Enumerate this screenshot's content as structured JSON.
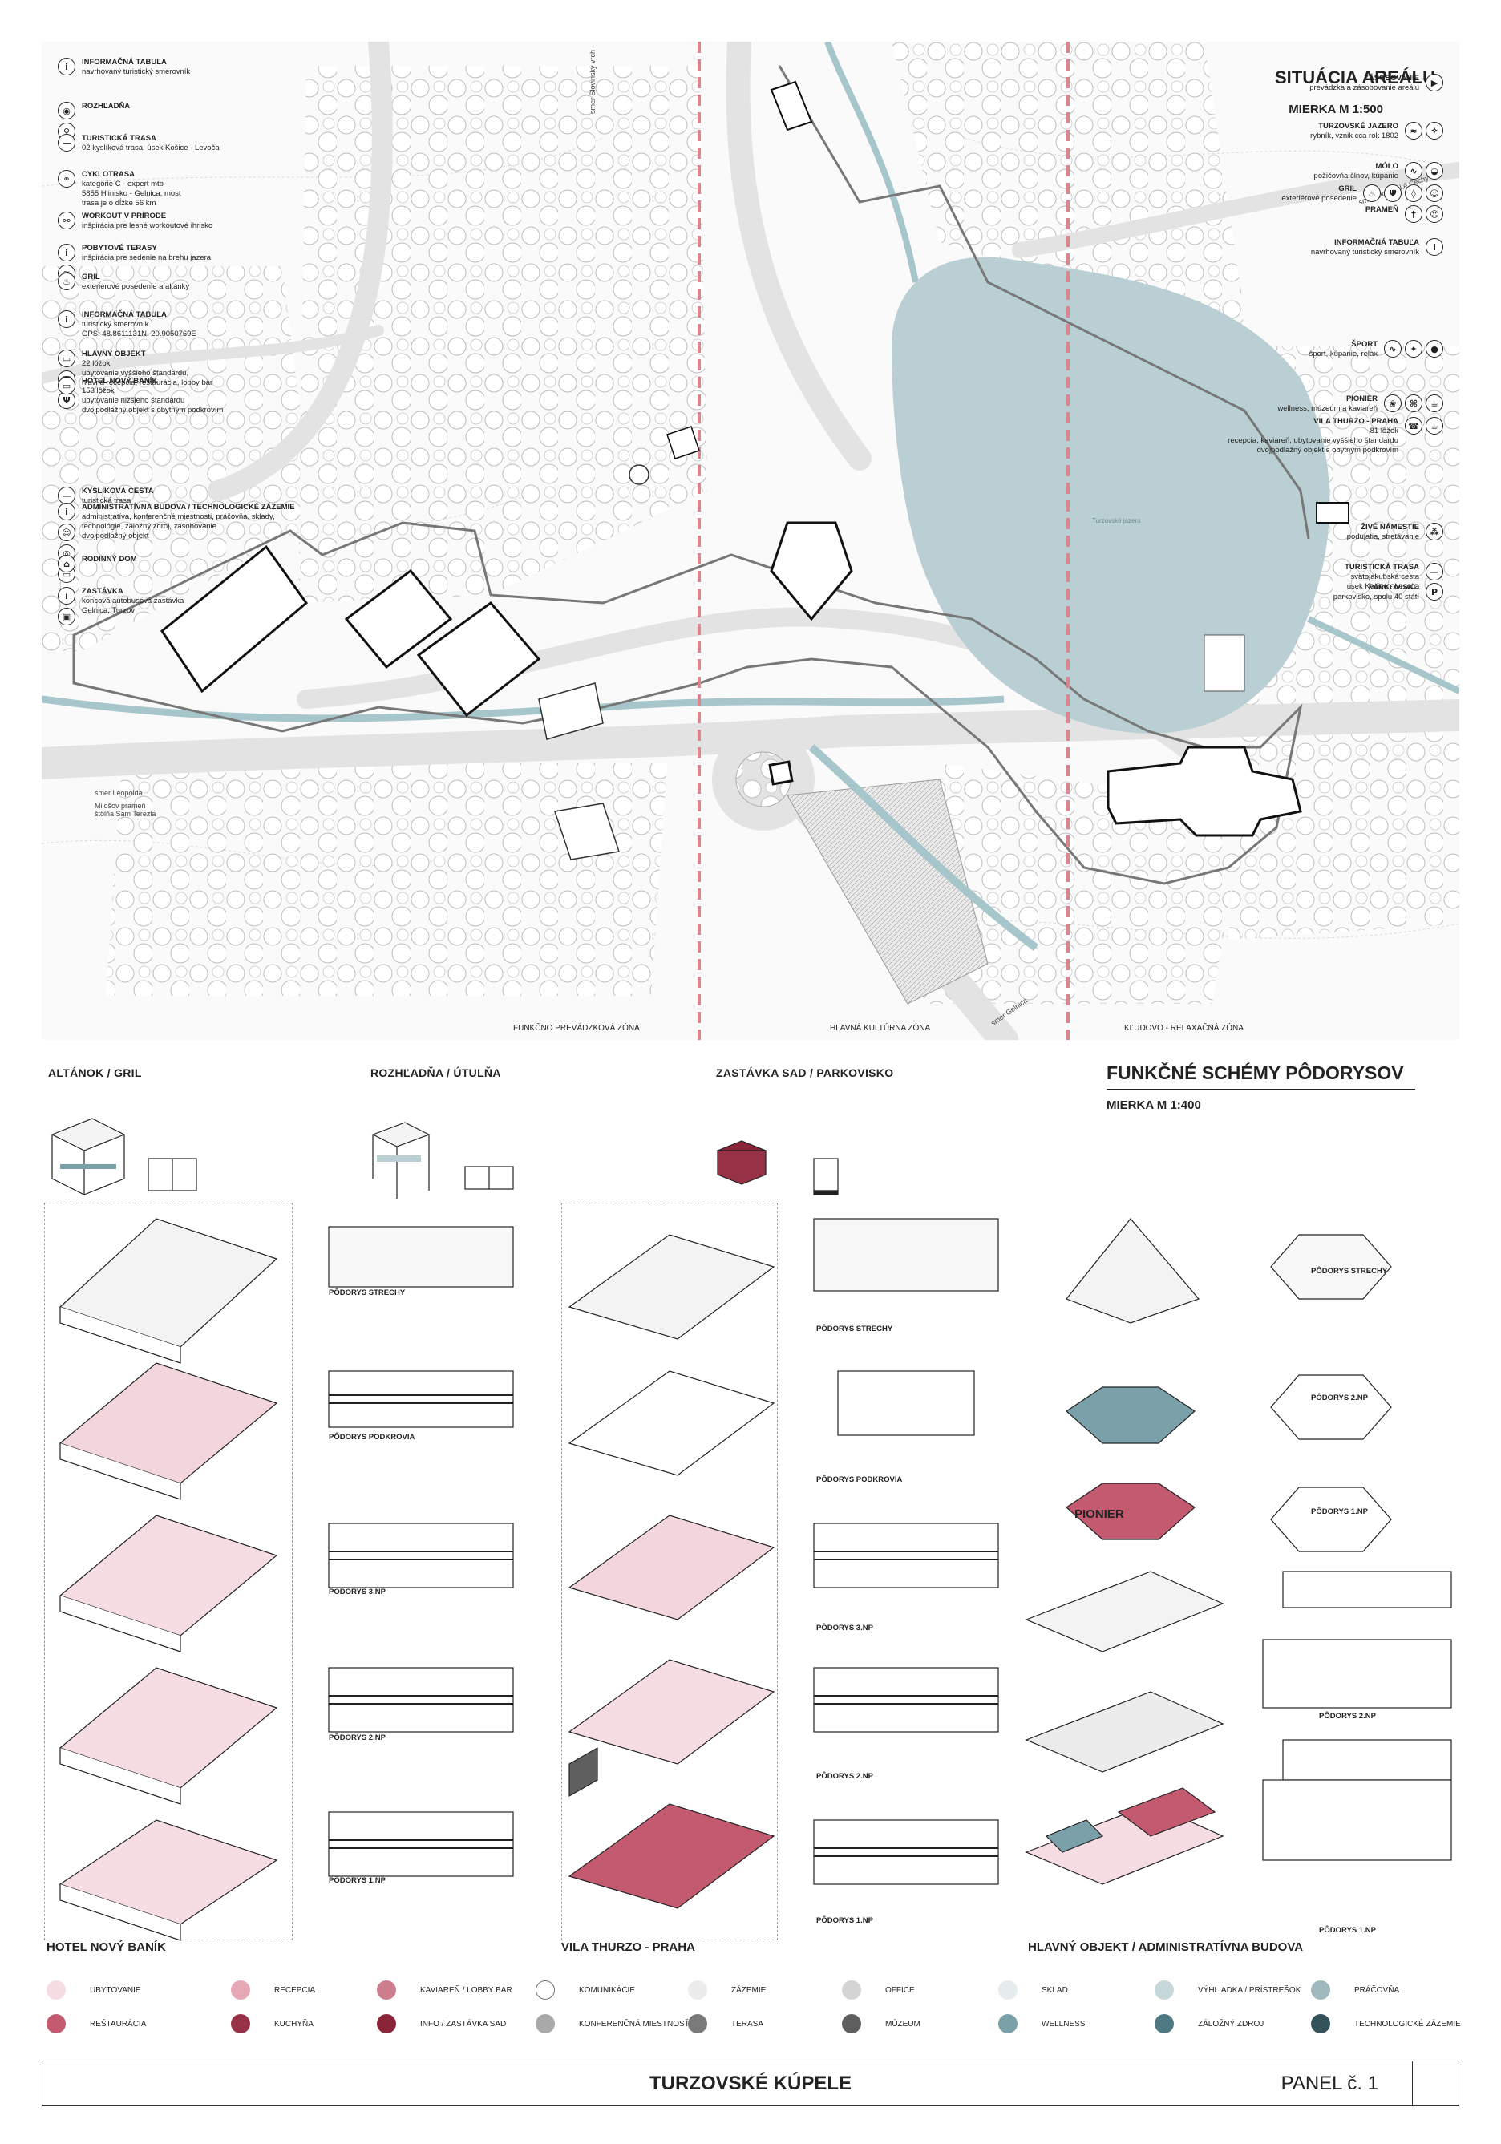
{
  "site": {
    "title": "SITUÁCIA AREÁLU",
    "scale": "MIERKA M 1:500",
    "left_legend": [
      {
        "title": "INFORMAČNÁ TABUĽA",
        "desc": "navrhovaný turistický smerovník",
        "icons": [
          "info-icon"
        ]
      },
      {
        "title": "ROZHĽADŇA",
        "desc": "",
        "icons": [
          "eye-icon",
          "hiker-icon"
        ]
      },
      {
        "title": "TURISTICKÁ TRASA",
        "desc": "02 kyslíková trasa, úsek Košice - Levoča",
        "icons": [
          "trail-icon"
        ]
      },
      {
        "title": "CYKLOTRASA",
        "desc": "kategórie C - expert mtb\n5855 Hlinisko - Gelnica, most\ntrasa je o dĺžke 56 km",
        "icons": [
          "bicycle-icon"
        ]
      },
      {
        "title": "WORKOUT V PRÍRODE",
        "desc": "inšpirácia pre lesné workoutové ihrisko",
        "icons": [
          "dumbbell-icon"
        ]
      },
      {
        "title": "POBYTOVÉ TERASY",
        "desc": "inšpirácia pre sedenie na brehu jazera",
        "icons": [
          "info-icon",
          "terrace-icon"
        ]
      },
      {
        "title": "GRIL",
        "desc": "exteriérové posedenie a altánky",
        "icons": [
          "grill-icon"
        ]
      },
      {
        "title": "INFORMAČNÁ TABUĽA",
        "desc": "turistický smerovník\nGPS: 48.8611131N, 20.9050769E",
        "icons": [
          "info-icon"
        ]
      },
      {
        "title": "HLAVNÝ OBJEKT",
        "desc": "22 lôžok\nubytovanie vyššieho štandardu,\nhlavná recepcia, reštaurácia, lobby bar",
        "icons": [
          "bed-icon",
          "reception-icon",
          "dining-icon"
        ]
      },
      {
        "title": "HOTEL NOVÝ BANÍK",
        "desc": "153 lôžok\nubytovanie nižšieho štandardu\ndvojpodlažný objekt s obytným podkrovím",
        "icons": [
          "bed-icon"
        ]
      },
      {
        "title": "KYSLÍKOVÁ CESTA",
        "desc": "turistická trasa",
        "icons": [
          "trail-icon"
        ]
      },
      {
        "title": "ADMINISTRATÍVNA BUDOVA / TECHNOLOGICKÉ ZÁZEMIE",
        "desc": "administratíva, konferenčné miestnosti, práčovňa, sklady,\ntechnológie, záložný zdroj, zásobovanie\ndvojpodlažný objekt",
        "icons": [
          "info-icon",
          "people-icon",
          "laundry-icon",
          "bed-icon"
        ]
      },
      {
        "title": "RODINNÝ DOM",
        "desc": "",
        "icons": [
          "house-icon"
        ]
      },
      {
        "title": "ZASTÁVKA",
        "desc": "koncová autobusová zastávka\nGelnica, Turzov",
        "icons": [
          "info-icon",
          "bus-icon"
        ]
      }
    ],
    "right_legend": [
      {
        "title": "ZÁSOBOVANIE",
        "desc": "prevádzka a zásobovanie areálu",
        "icons": [
          "truck-icon"
        ]
      },
      {
        "title": "TURZOVSKÉ JAZERO",
        "desc": "rybník, vznik cca rok 1802",
        "icons": [
          "wave-icon",
          "fish-icon"
        ]
      },
      {
        "title": "MÓLO",
        "desc": "požičovňa člnov, kúpanie",
        "icons": [
          "swim-icon",
          "boat-icon"
        ]
      },
      {
        "title": "GRIL",
        "desc": "exteriérové posedenie",
        "icons": [
          "grill-icon",
          "dining-icon",
          "drink-icon",
          "people-icon"
        ]
      },
      {
        "title": "PRAMEŇ",
        "desc": "",
        "icons": [
          "spring-icon",
          "people-icon"
        ]
      },
      {
        "title": "INFORMAČNÁ TABUĽA",
        "desc": "navrhovaný turistický smerovník",
        "icons": [
          "info-icon"
        ]
      },
      {
        "title": "ŠPORT",
        "desc": "šport, kúpanie, relax",
        "icons": [
          "swim-icon",
          "sport-icon",
          "pin-icon"
        ]
      },
      {
        "title": "PIONIER",
        "desc": "wellness, múzeum a kaviareň",
        "icons": [
          "spa-icon",
          "museum-icon",
          "coffee-icon"
        ]
      },
      {
        "title": "VILA THURZO - PRAHA",
        "desc": "81 lôžok\nrecepcia, kaviareň, ubytovanie vyššieho štandardu\ndvojpodlažný objekt s obytným podkrovím",
        "icons": [
          "reception-icon",
          "coffee-icon"
        ]
      },
      {
        "title": "ŽIVÉ NÁMESTIE",
        "desc": "podujatia, stretávanie",
        "icons": [
          "crowd-icon"
        ]
      },
      {
        "title": "TURISTICKÁ TRASA",
        "desc": "svätojakubská cesta\núsek Košice - Levoča",
        "icons": [
          "trail-icon"
        ]
      },
      {
        "title": "PARKOVISKO",
        "desc": "parkovisko, spolu 40 státí",
        "icons": [
          "parking-icon"
        ]
      }
    ],
    "road_labels": [
      "smer Slovinský vrch",
      "smer Slovenské Čechy",
      "smer Leopolda",
      "Milošov prameň\nštôlňa Sam Terezia",
      "smer Gelnica"
    ],
    "lake_label": "Turzovské jazero",
    "zones": [
      "FUNKČNO PREVÁDZKOVÁ ZÓNA",
      "HLAVNÁ KULTÚRNA ZÓNA",
      "KĽUDOVO - RELAXAČNÁ ZÓNA"
    ]
  },
  "schemes": {
    "title": "FUNKČNÉ SCHÉMY PÔDORYSOV",
    "scale": "MIERKA M 1:400",
    "small_objects": [
      "ALTÁNOK / GRIL",
      "ROZHĽADŇA / ÚTULŇA",
      "ZASTÁVKA SAD / PARKOVISKO"
    ],
    "hotel": {
      "name": "HOTEL NOVÝ BANÍK",
      "plans": [
        "PÔDORYS STRECHY",
        "PÔDORYS PODKROVIA",
        "PÔDORYS 3.NP",
        "PÔDORYS 2.NP",
        "PÔDORYS 1.NP"
      ]
    },
    "vila": {
      "name": "VILA THURZO - PRAHA",
      "plans": [
        "PÔDORYS STRECHY",
        "PÔDORYS PODKROVIA",
        "PÔDORYS 3.NP",
        "PÔDORYS 2.NP",
        "PÔDORYS 1.NP"
      ]
    },
    "pionier": {
      "name": "PIONIER",
      "plans": [
        "PÔDORYS STRECHY",
        "PÔDORYS 2.NP",
        "PÔDORYS 1.NP"
      ]
    },
    "main": {
      "name": "HLAVNÝ OBJEKT / ADMINISTRATÍVNA BUDOVA",
      "plans": [
        "PÔDORYS 2.NP",
        "PÔDORYS 1.NP"
      ]
    }
  },
  "color_legend": [
    {
      "label": "UBYTOVANIE",
      "color": "#f6dde3"
    },
    {
      "label": "RECEPCIA",
      "color": "#e7a8b5"
    },
    {
      "label": "KAVIAREŇ / LOBBY BAR",
      "color": "#cc7d8e"
    },
    {
      "label": "KOMUNIKÁCIE",
      "color": "#ffffff"
    },
    {
      "label": "ZÁZEMIE",
      "color": "#ececec"
    },
    {
      "label": "OFFICE",
      "color": "#d4d4d4"
    },
    {
      "label": "SKLAD",
      "color": "#e6ebee"
    },
    {
      "label": "VÝHLIADKA / PRÍSTREŠOK",
      "color": "#c7d8da"
    },
    {
      "label": "PRÁČOVŇA",
      "color": "#9fb9be"
    },
    {
      "label": "REŠTAURÁCIA",
      "color": "#c45a70"
    },
    {
      "label": "KUCHYŇA",
      "color": "#973246"
    },
    {
      "label": "INFO / ZASTÁVKA SAD",
      "color": "#8a2438"
    },
    {
      "label": "KONFERENČNÁ MIESTNOSŤ",
      "color": "#a9a9a9"
    },
    {
      "label": "TERASA",
      "color": "#7a7a7a"
    },
    {
      "label": "MÚZEUM",
      "color": "#5f5f5f"
    },
    {
      "label": "WELLNESS",
      "color": "#7aa1a9"
    },
    {
      "label": "ZÁLOŽNÝ ZDROJ",
      "color": "#4f7a84"
    },
    {
      "label": "TECHNOLOGICKÉ ZÁZEMIE",
      "color": "#34525a"
    }
  ],
  "footer": {
    "title": "TURZOVSKÉ KÚPELE",
    "panel": "PANEL č. 1"
  },
  "colors": {
    "water": "#b9cfd3",
    "river": "#a7c6cb",
    "road": "#e6e6e6",
    "zone_line": "#d9868f",
    "pink": "#f3d6dc",
    "red": "#b9485f"
  }
}
